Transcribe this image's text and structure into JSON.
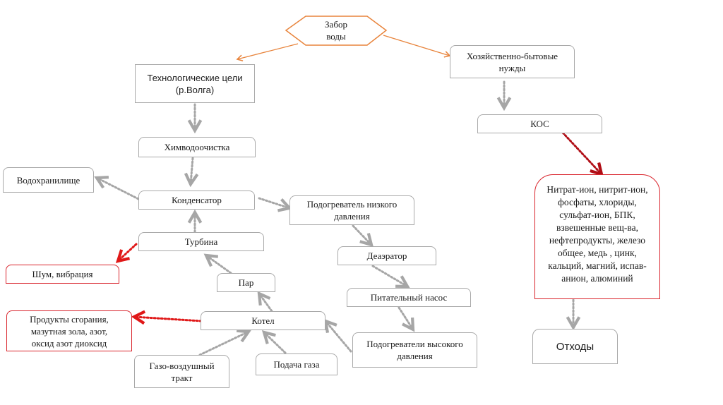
{
  "diagram": {
    "title": "Забор воды схема",
    "colors": {
      "source_arrow": "#e8843c",
      "flow_arrow": "#a6a6a6",
      "pollution_arrow": "#e01818",
      "kos_arrow": "#b00e16",
      "pollution_border": "#d9232b",
      "node_border": "#a9a9a9"
    },
    "nodes": {
      "water_intake": "Забор\nводы",
      "tech": "Технологические цели\n(р.Волга)",
      "household": "Хозяйственно-бытовые\nнужды",
      "chem": "Химводоочистка",
      "kos": "КОС",
      "reservoir": "Водохранилище",
      "condenser": "Конденсатор",
      "lp_heater": "Подогреватель низкого\nдавления",
      "turbine": "Турбина",
      "deaerator": "Деаэратор",
      "noise": "Шум, вибрация",
      "steam": "Пар",
      "feed_pump": "Питательный насос",
      "combustion": "Продукты сгорания,\nмазутная зола, азот,\nоксид азот диоксид",
      "boiler": "Котел",
      "hp_heater": "Подогреватели высокого\nдавления",
      "gas_air": "Газо-воздушный\nтракт",
      "gas_supply": "Подача газа",
      "pollutants": "Нитрат-ион, нитрит-ион,\nфосфаты, хлориды,\nсульфат-ион, БПК,\nвзвешенные вещ-ва,\nнефтепродукты, железо\nобщее, медь , цинк,\nкальций, магний, испав-\nанион, алюминий",
      "waste": "Отходы"
    }
  }
}
